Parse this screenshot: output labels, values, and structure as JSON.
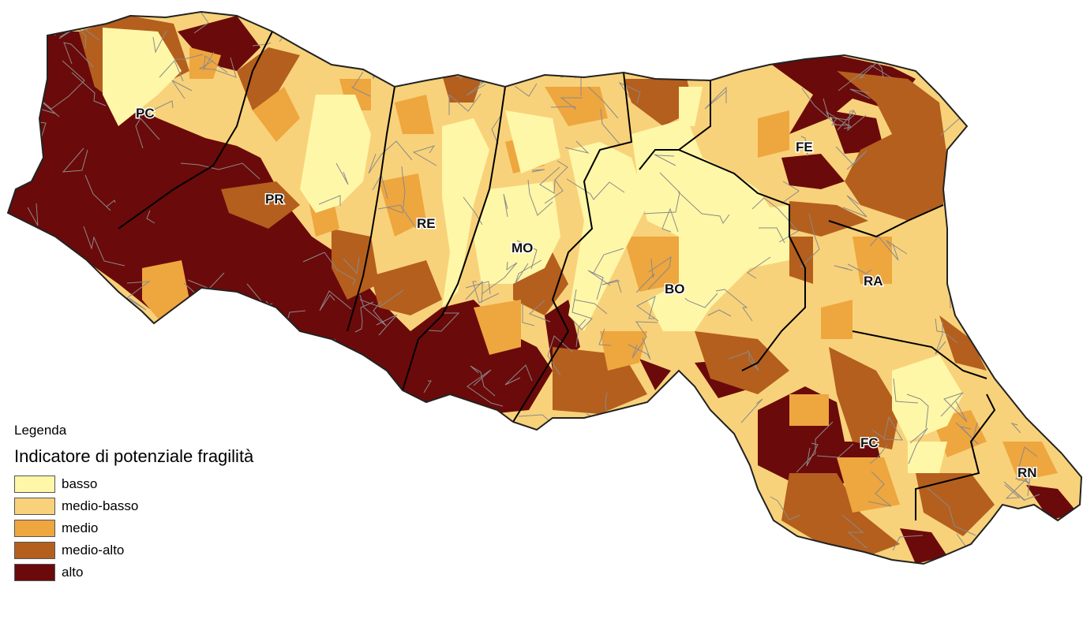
{
  "legend": {
    "title": "Legenda",
    "subtitle": "Indicatore di potenziale fragilità",
    "classes": [
      {
        "label": "basso",
        "color": "#FFF7A8"
      },
      {
        "label": "medio-basso",
        "color": "#F8D27A"
      },
      {
        "label": "medio",
        "color": "#EEA63F"
      },
      {
        "label": "medio-alto",
        "color": "#B45F1E"
      },
      {
        "label": "alto",
        "color": "#6B0A0A"
      }
    ]
  },
  "provinces": [
    {
      "code": "PC"
    },
    {
      "code": "PR"
    },
    {
      "code": "RE"
    },
    {
      "code": "MO"
    },
    {
      "code": "BO"
    },
    {
      "code": "FE"
    },
    {
      "code": "RA"
    },
    {
      "code": "FC"
    },
    {
      "code": "RN"
    }
  ],
  "colors": {
    "municipal_border": "#8a8a8a",
    "province_border": "#000000"
  }
}
